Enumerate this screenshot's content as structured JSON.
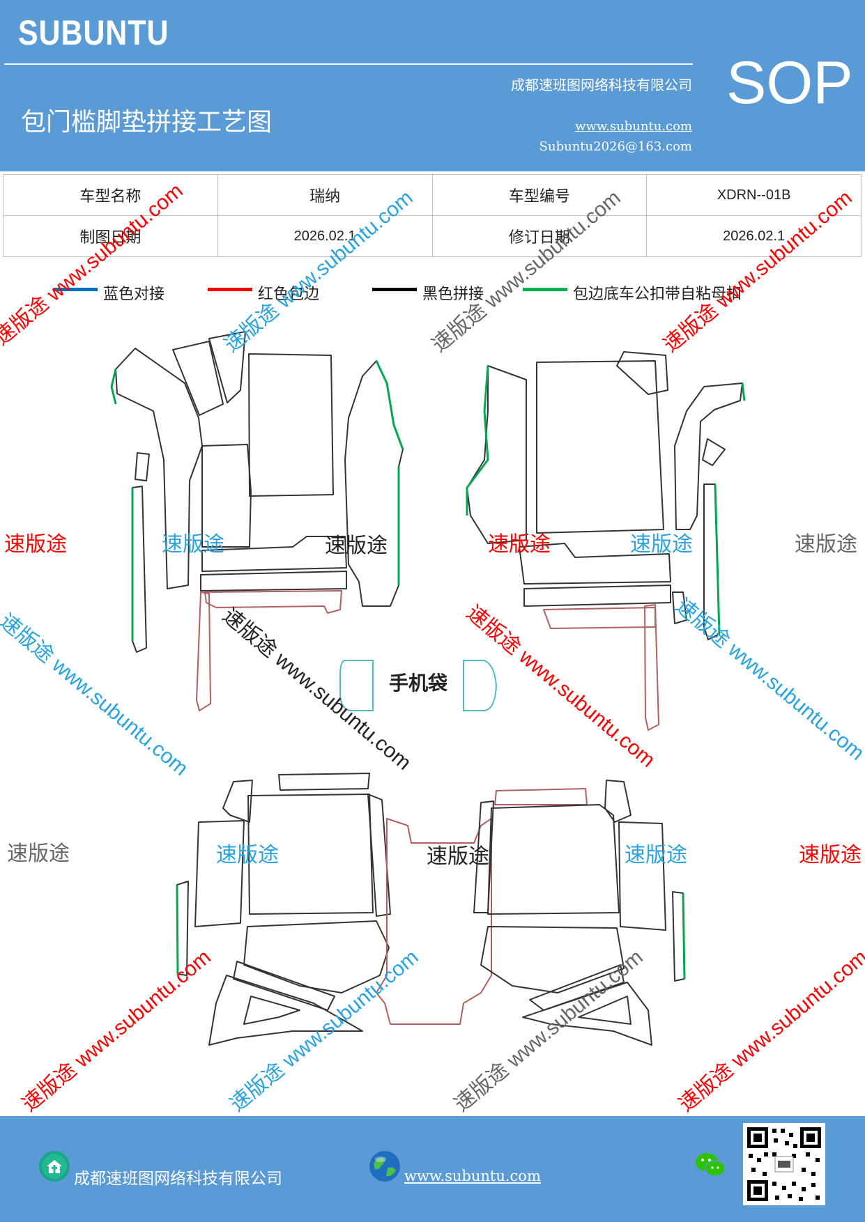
{
  "header": {
    "brand": "SUBUNTU",
    "title": "包门槛脚垫拼接工艺图",
    "company": "成都速班图网络科技有限公司",
    "website": "www.subuntu.com",
    "email": "Subuntu2026@163.com",
    "doc_type": "SOP"
  },
  "info_table": {
    "rows": [
      [
        "车型名称",
        "瑞纳",
        "车型编号",
        "XDRN--01B"
      ],
      [
        "制图日期",
        "2026.02.1",
        "修订日期",
        "2026.02.1"
      ]
    ]
  },
  "legend": [
    {
      "label": "蓝色对接",
      "color": "#0070c0"
    },
    {
      "label": "红色包边",
      "color": "#ff0000"
    },
    {
      "label": "黑色拼接",
      "color": "#000000"
    },
    {
      "label": "包边底车公扣带自粘母扣",
      "color": "#00b050"
    }
  ],
  "drawing": {
    "pocket_label": "手机袋"
  },
  "watermarks": {
    "brand_cn": "速版途",
    "slogan": "速版途 www.subuntu.com",
    "colors": {
      "red": "#ff0000",
      "blue": "#29a3e0",
      "gray": "#666666",
      "black": "#222222"
    }
  },
  "footer": {
    "company": "成都速班图网络科技有限公司",
    "website": "www.subuntu.com"
  }
}
